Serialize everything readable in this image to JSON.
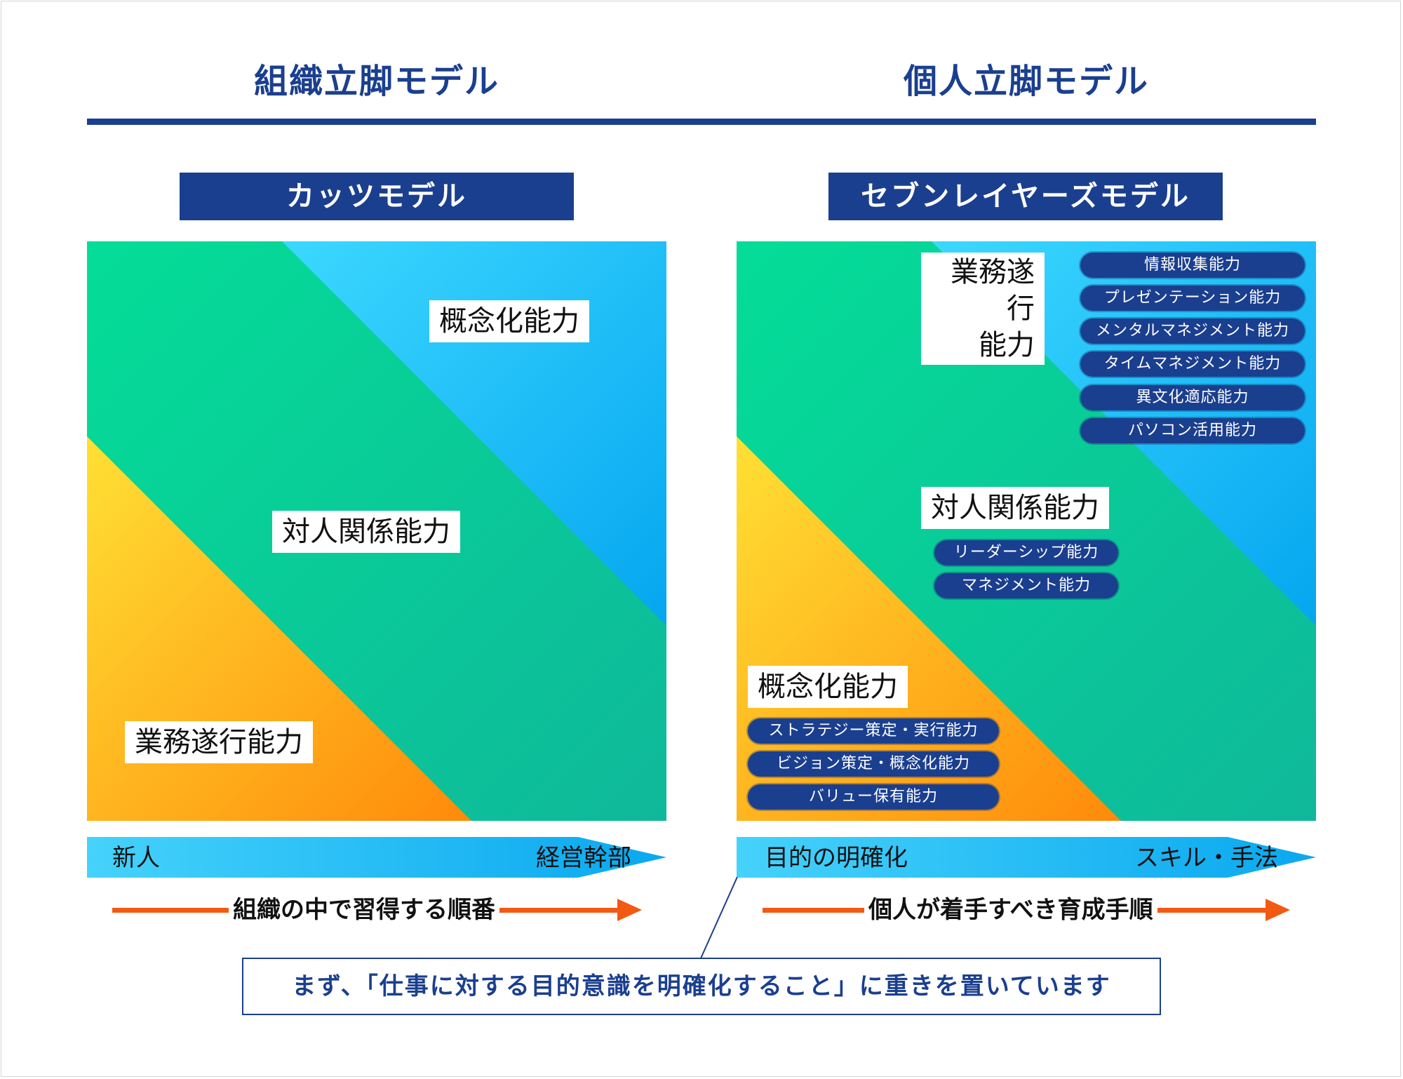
{
  "headings": {
    "left": "組織立脚モデル",
    "right": "個人立脚モデル"
  },
  "left_model": {
    "title": "カッツモデル",
    "labels": {
      "conceptual": "概念化能力",
      "human": "対人関係能力",
      "technical": "業務遂行能力"
    },
    "axis": {
      "start": "新人",
      "end": "経営幹部"
    },
    "flow": "組織の中で習得する順番"
  },
  "right_model": {
    "title": "セブンレイヤーズモデル",
    "technical": {
      "label_line1": "業務遂行",
      "label_line2": "能力",
      "items": [
        "情報収集能力",
        "プレゼンテーション能力",
        "メンタルマネジメント能力",
        "タイムマネジメント能力",
        "異文化適応能力",
        "パソコン活用能力"
      ]
    },
    "human": {
      "label": "対人関係能力",
      "items": [
        "リーダーシップ能力",
        "マネジメント能力"
      ]
    },
    "conceptual": {
      "label": "概念化能力",
      "items": [
        "ストラテジー策定・実行能力",
        "ビジョン策定・概念化能力",
        "バリュー保有能力"
      ]
    },
    "axis": {
      "start": "目的の明確化",
      "end": "スキル・手法"
    },
    "flow": "個人が着手すべき育成手順"
  },
  "note": "まず、「仕事に対する目的意識を明確化すること」に重きを置いています",
  "colors": {
    "navy": "#1b3f8f",
    "green": "#12c79a",
    "blue": "#18b4f2",
    "orange": "#ffa115",
    "yellow": "#ffd629",
    "arrow": "#f25a14"
  }
}
